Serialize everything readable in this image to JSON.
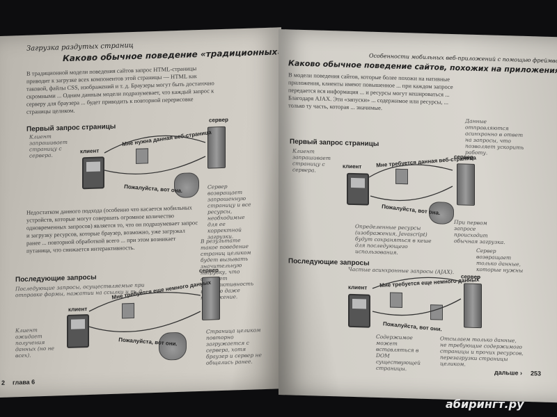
{
  "left": {
    "header": "Загрузка раздутых страниц",
    "title": "Каково обычное поведение «традиционных» веб-сайтов",
    "intro": "В традиционной модели поведения сайтов запрос HTML-страницы приводит к загрузке всех компонентов этой страницы — HTML как таковой, файлы CSS, изображений и т. д. Браузеры могут быть достаточно скромными ... Одним данным модели подразумевает, что каждый запрос к серверу для браузера ... будет приводить к повторной перерисовке страницы целиком.",
    "sec1": "Первый запрос страницы",
    "note_client": "Клиент запрашивает страницу с сервера.",
    "client": "клиент",
    "server": "сервер",
    "arrow_req": "Мне нужна данная веб-страница",
    "arrow_resp": "Пожалуйста, вот она.",
    "note_server": "Сервер возвращает запрошенную страницу и все ресурсы, необходимые для ее корректной загрузки.",
    "mid_text": "Недостатком данного подхода (особенно что касается мобильных устройств, которые могут совершать огромное количество одновременных запросов) является то, что он подразумевает запрос и загрузку ресурсов, которые браузер, возможно, уже загружал ранее ... повторной обработкой всего ... при этом возникает путаница, что снижается интерактивность.",
    "note_side": "В результате такое поведение страниц целиком будет вызывать значительную нагрузку, что снижает интерактивность и часто даже приложение.",
    "sec2": "Последующие запросы",
    "note_sub": "Последующие запросы, осуществляемые при отправке формы, нажатии на ссылки и т. д.",
    "arrow_req2": "Мне требуется еще немного данных",
    "arrow_resp2": "Пожалуйста, вот они.",
    "note_client2": "Клиент ожидает получения данных (но не всех).",
    "note_server2": "Страница целиком повторно загружается с сервера, хотя браузер и сервер не общались ранее.",
    "footer_page": "2",
    "footer_chapter": "глава 6"
  },
  "right": {
    "header": "Особенности мобильных веб-приложений с помощью фреймворков",
    "title": "Каково обычное поведение сайтов, похожих на приложения",
    "intro": "В модели поведения сайтов, которые более похожи на нативные приложения, клиенты имеют повышенное ... при каждом запросе передается вся информация ... и ресурсы могут кешироваться ... Благодаря AJAX. Эти «запуски» ... содержимое или ресурсы, ... только ту часть, которая ... значимые.",
    "note_top": "Данные отправляются асинхронно в ответ на запросы, что позволяет ускорить работу.",
    "sec1": "Первый запрос страницы",
    "note_client": "Клиент запрашивает страницу с сервера.",
    "client": "клиент",
    "server": "сервер",
    "arrow_req": "Мне требуется данная веб-страница",
    "arrow_resp": "Пожалуйста, вот она.",
    "note_resources": "Определенные ресурсы (изображения, Javascript) будут сохраняться в кеше для последующего использования.",
    "note_server": "При первом запросе происходит обычная загрузка.",
    "note_right": "Сервер возвращает только данные, которые нужны ...",
    "sec2": "Последующие запросы",
    "note_ajax": "Частые асинхронные запросы (AJAX).",
    "arrow_req2": "Мне требуется еще немного данных",
    "arrow_resp2": "Пожалуйста, вот они.",
    "note_dom": "Содержимое может вставляться в DOM существующей страницы.",
    "note_bottom": "Отсылаем только данные, не требующие содержимого страницы и прочих ресурсов, перезагрузки страницы целиком.",
    "footer_next": "дальше ›",
    "footer_page": "253"
  },
  "watermark": "абирингт.ру"
}
